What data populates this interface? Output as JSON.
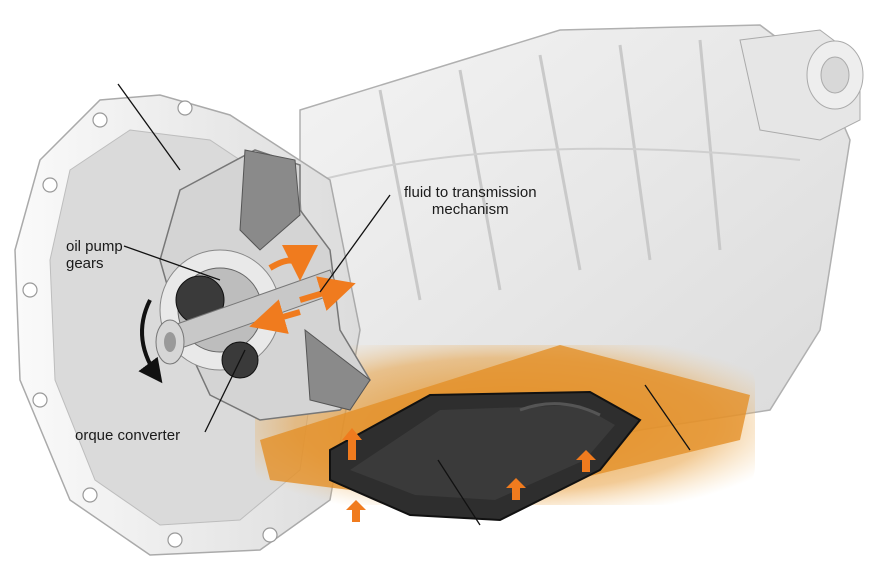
{
  "labels": {
    "fluid_line1": "fluid to transmission",
    "fluid_line2": "mechanism",
    "pump_line1": "oil pump",
    "pump_line2": "gears",
    "converter": "orque converter"
  },
  "colors": {
    "housing": "#ececec",
    "housing_shadow": "#cfcfcf",
    "outline": "#9a9a9a",
    "pan_glow": "#e08a1a",
    "pan": "#2e2e2e",
    "arrow": "#f07b1e",
    "leader": "#111111"
  },
  "icons": [
    "flow-arrow-icon",
    "rotation-arrow-icon"
  ]
}
